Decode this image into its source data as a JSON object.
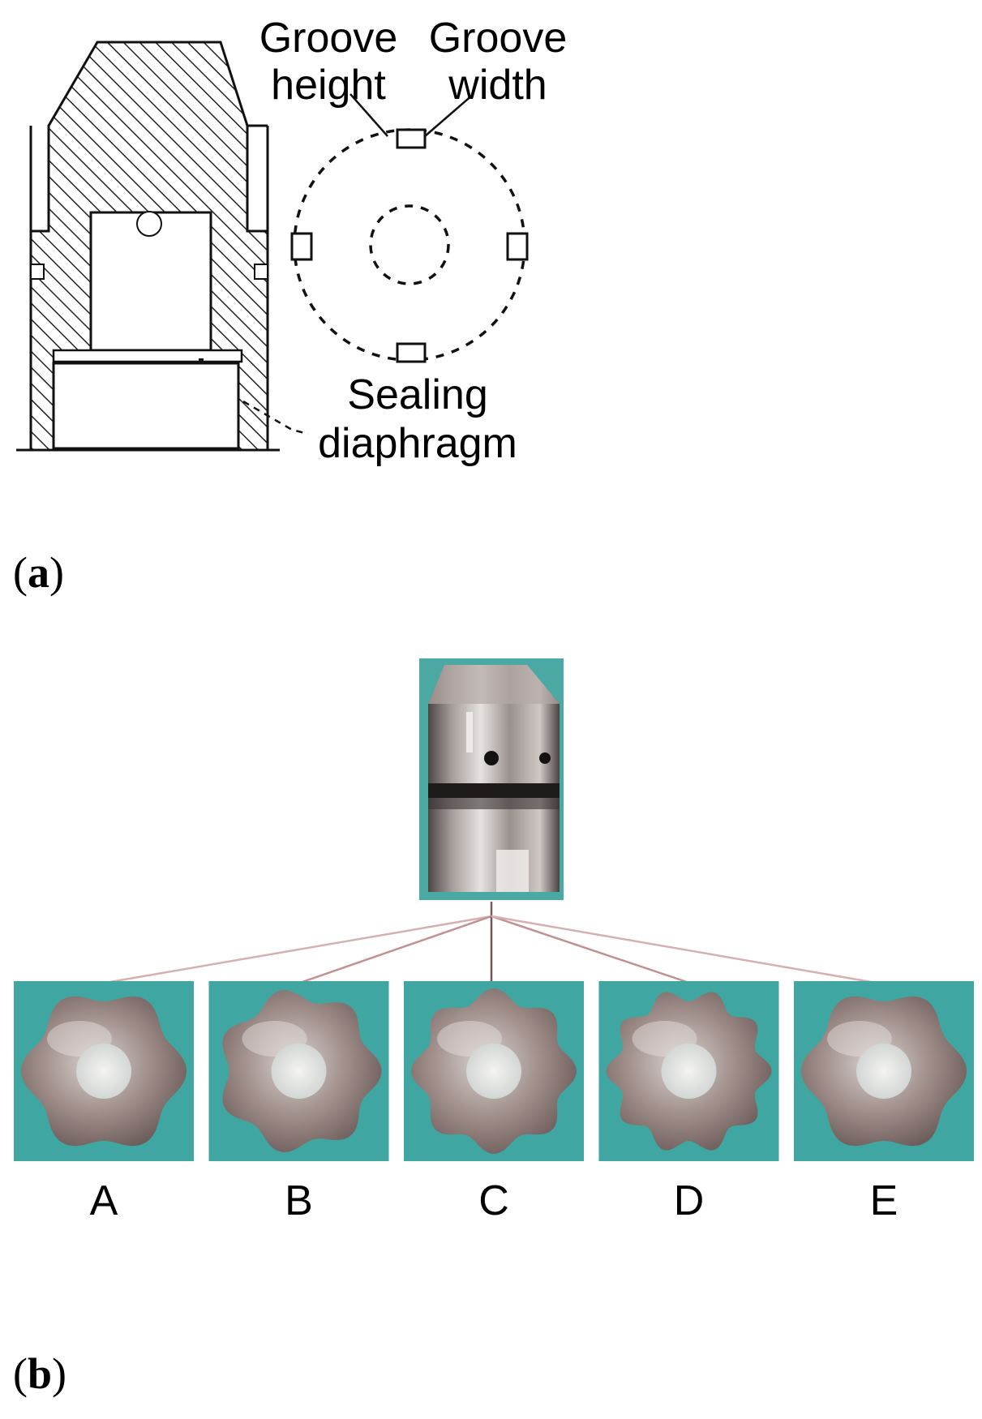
{
  "panel_a": {
    "label_letter": "a",
    "groove_height_line1": "Groove",
    "groove_height_line2": "height",
    "groove_width_line1": "Groove",
    "groove_width_line2": "width",
    "sealing_line1": "Sealing",
    "sealing_line2": "diaphragm"
  },
  "panel_b": {
    "label_letter": "b",
    "samples": [
      {
        "letter": "A",
        "lobes": 6
      },
      {
        "letter": "B",
        "lobes": 7
      },
      {
        "letter": "C",
        "lobes": 8
      },
      {
        "letter": "D",
        "lobes": 10
      },
      {
        "letter": "E",
        "lobes": 6
      }
    ]
  },
  "colors": {
    "ink": "#111111",
    "teal_bg": "#3fa6a1",
    "metal_light": "#d8d4d2",
    "metal_dark": "#6b6260",
    "connector": "#d6b0b0"
  }
}
